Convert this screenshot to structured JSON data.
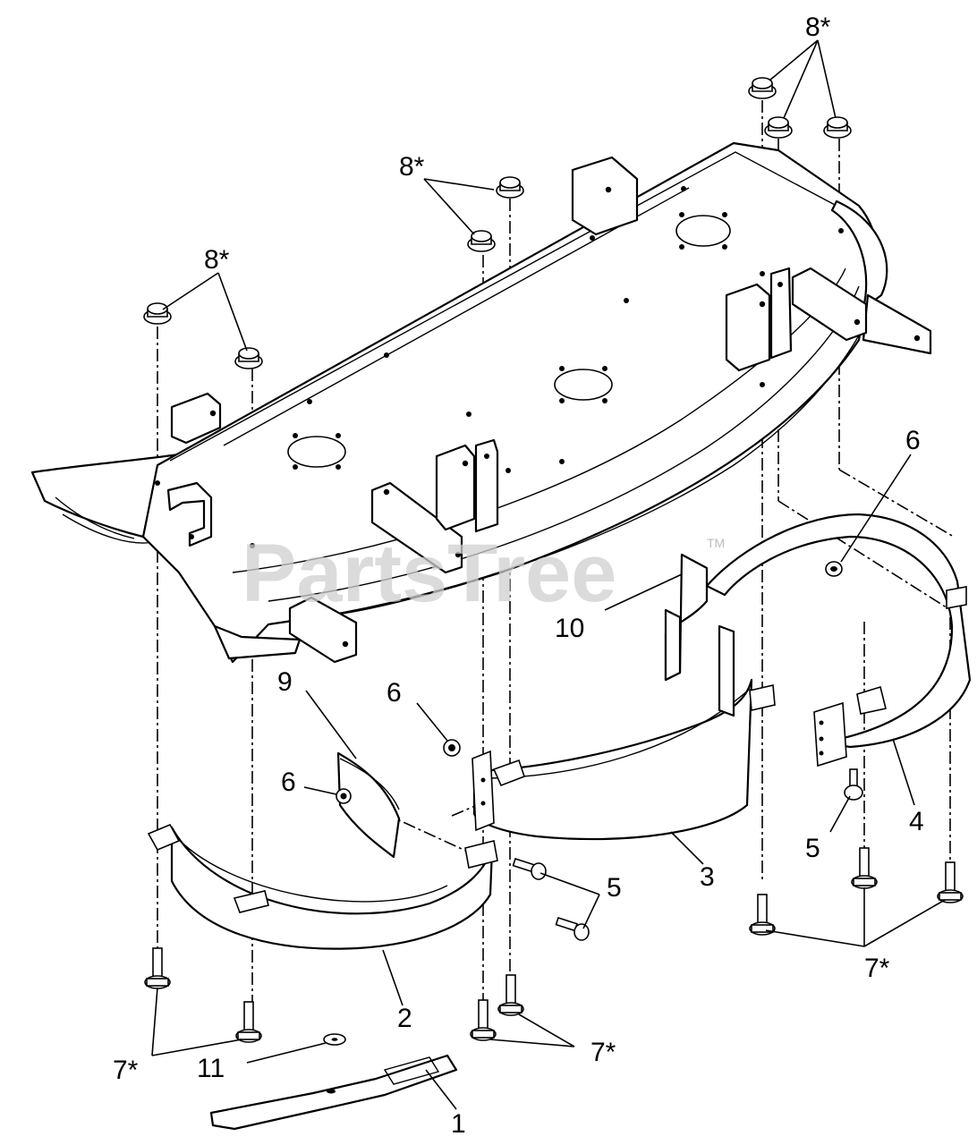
{
  "watermark": {
    "text": "PartsTree",
    "trademark": "TM"
  },
  "callouts": {
    "c1": "1",
    "c2": "2",
    "c3": "3",
    "c4": "4",
    "c5_left": "5",
    "c5_right": "5",
    "c6_top": "6",
    "c6_mid": "6",
    "c6_left": "6",
    "c7_left": "7*",
    "c7_center": "7*",
    "c7_right": "7*",
    "c8_topright": "8*",
    "c8_center": "8*",
    "c8_left": "8*",
    "c9": "9",
    "c10": "10",
    "c11": "11"
  }
}
